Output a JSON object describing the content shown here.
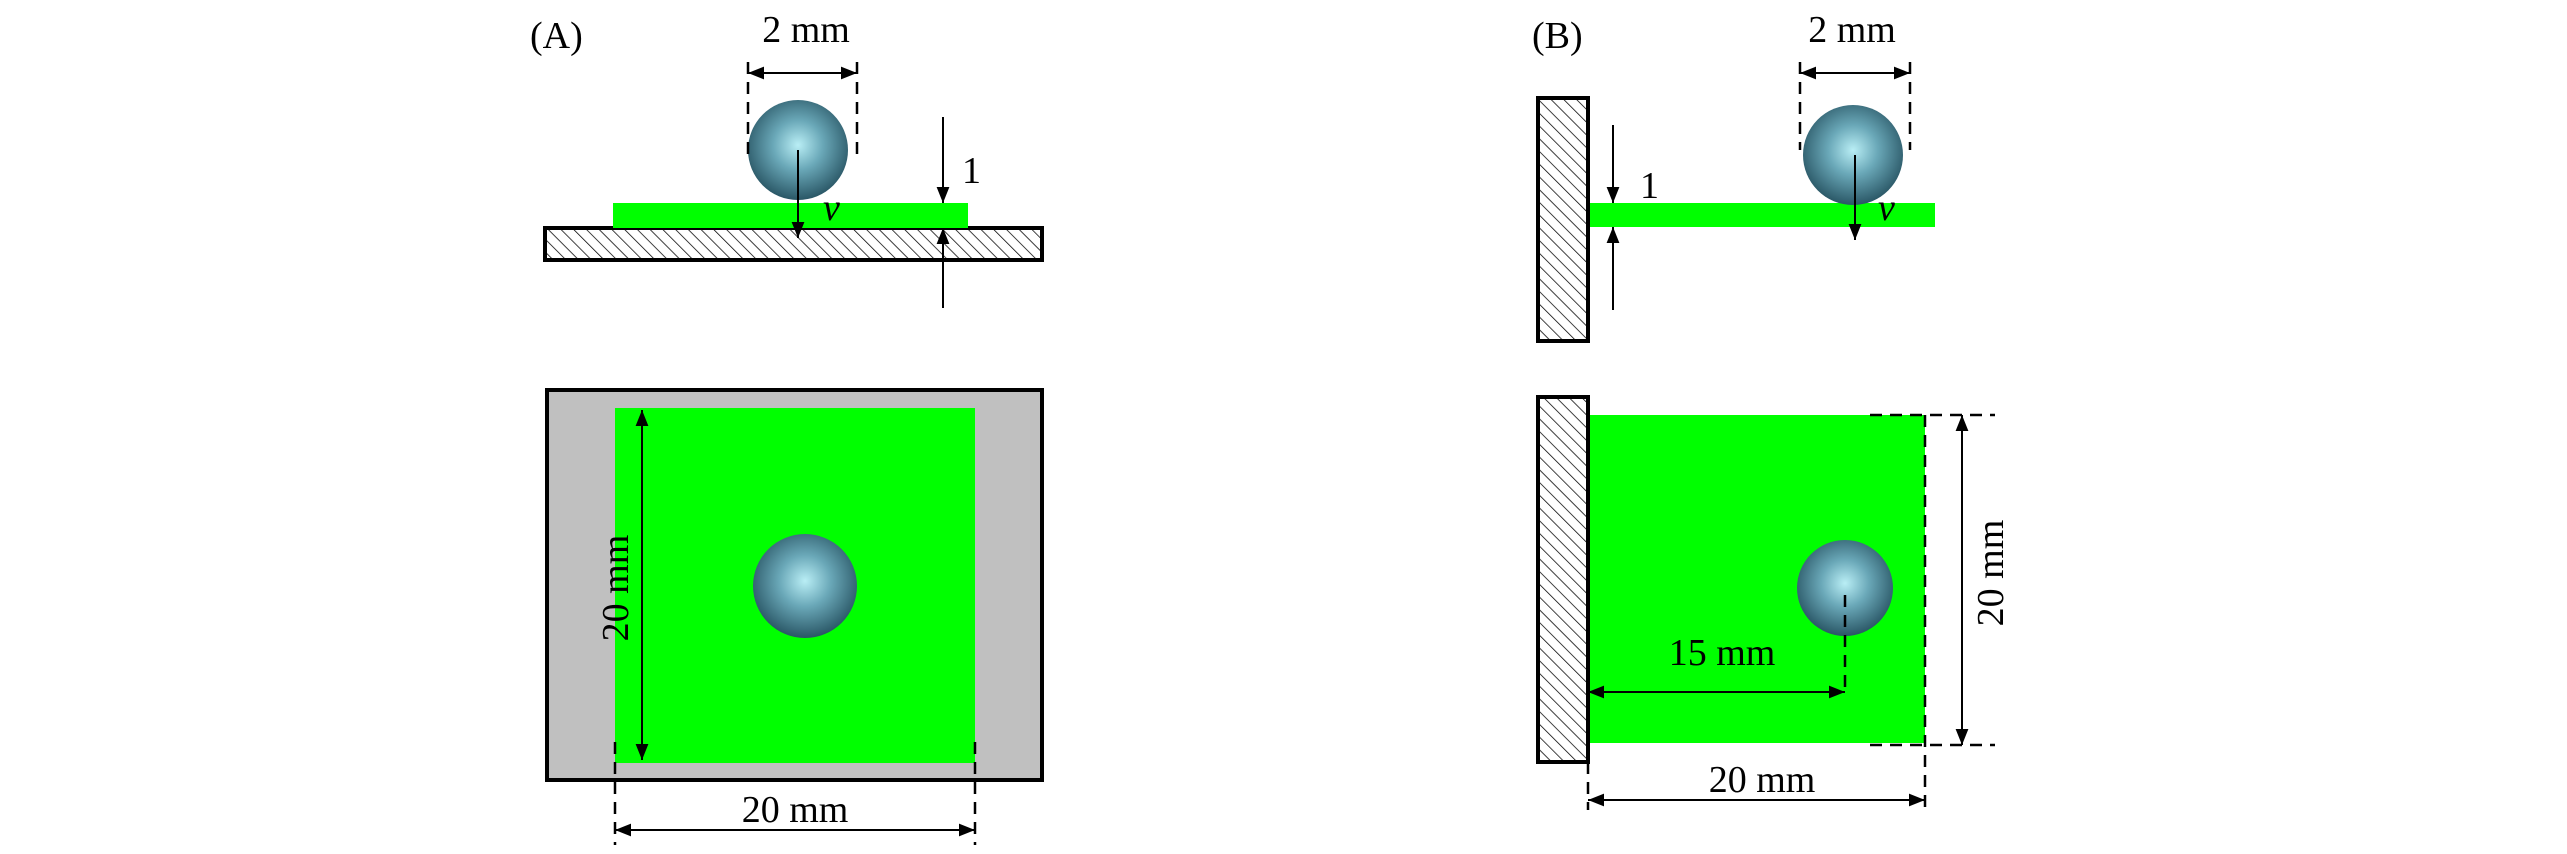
{
  "panels": {
    "a": {
      "tag": "(A)",
      "diameter": "2 mm",
      "thickness": "1",
      "velocity": "v",
      "height": "20 mm",
      "width": "20 mm"
    },
    "b": {
      "tag": "(B)",
      "diameter": "2 mm",
      "thickness": "1",
      "velocity": "v",
      "offset": "15 mm",
      "width": "20 mm",
      "height": "20 mm"
    }
  },
  "colors": {
    "plate": "#00ff00",
    "support": "#c0c0c0",
    "outline": "#000000",
    "sphere_light": "#b9eef5",
    "sphere_dark": "#2a5766"
  }
}
